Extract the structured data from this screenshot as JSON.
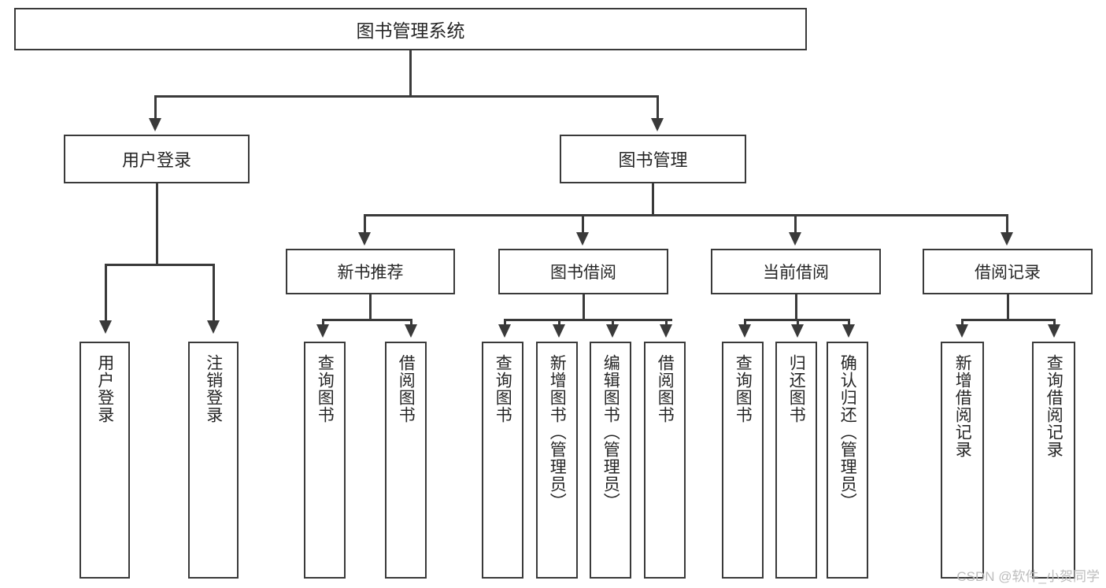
{
  "diagram": {
    "title": "图书管理系统",
    "type": "tree-hierarchy-diagram",
    "root": {
      "label": "图书管理系统"
    },
    "level2": [
      {
        "label": "用户登录"
      },
      {
        "label": "图书管理"
      }
    ],
    "level3": [
      {
        "label": "新书推荐"
      },
      {
        "label": "图书借阅"
      },
      {
        "label": "当前借阅"
      },
      {
        "label": "借阅记录"
      }
    ],
    "leaves": {
      "user_login": [
        {
          "label": "用户登录"
        },
        {
          "label": "注销登录"
        }
      ],
      "new_book_recommend": [
        {
          "label": "查询图书"
        },
        {
          "label": "借阅图书"
        }
      ],
      "book_borrow": [
        {
          "label": "查询图书"
        },
        {
          "label": "新增图书（管理员）"
        },
        {
          "label": "编辑图书（管理员）"
        },
        {
          "label": "借阅图书"
        }
      ],
      "current_borrow": [
        {
          "label": "查询图书"
        },
        {
          "label": "归还图书"
        },
        {
          "label": "确认归还（管理员）"
        }
      ],
      "borrow_record": [
        {
          "label": "新增借阅记录"
        },
        {
          "label": "查询借阅记录"
        }
      ]
    }
  },
  "watermark": {
    "text": "CSDN @软件_小贺同学"
  },
  "colors": {
    "stroke": "#3a3a3a",
    "text": "#262626",
    "background": "#ffffff",
    "watermark": "#bdbdbd"
  }
}
